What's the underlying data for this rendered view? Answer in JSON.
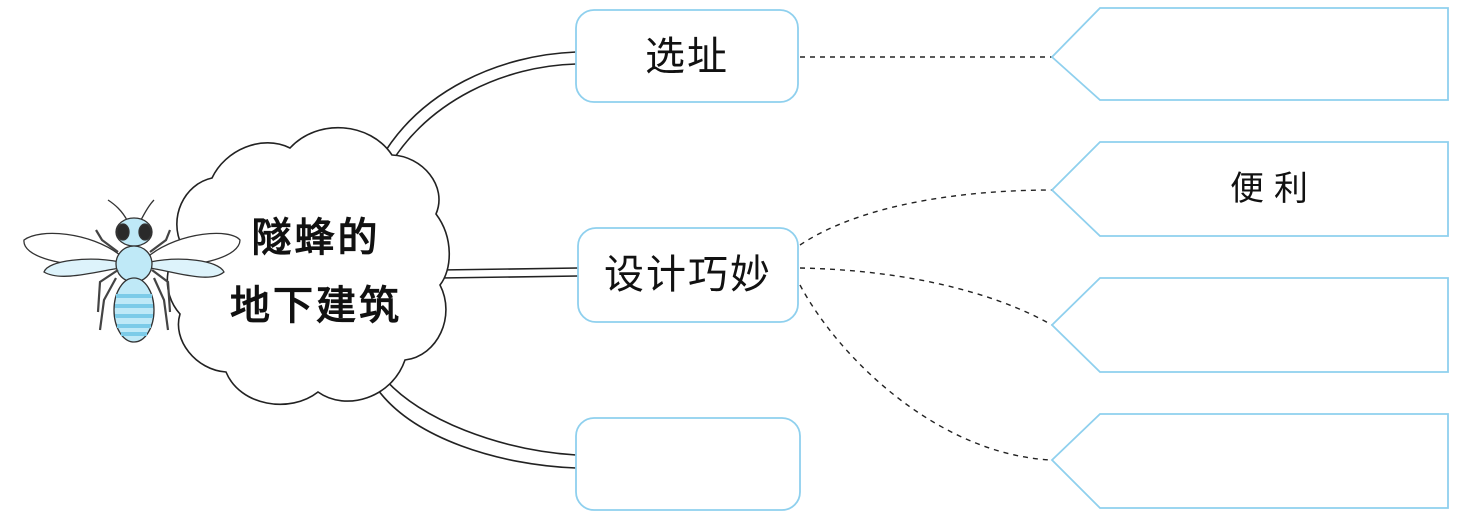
{
  "center": {
    "title_line1": "隧蜂的",
    "title_line2": "地下建筑"
  },
  "branches": [
    {
      "label": "选址"
    },
    {
      "label": "设计巧妙"
    },
    {
      "label": ""
    }
  ],
  "answers": [
    {
      "text": ""
    },
    {
      "text": "便利"
    },
    {
      "text": ""
    },
    {
      "text": ""
    }
  ],
  "colors": {
    "node_border": "#8fd0ee",
    "bee_body": "#bfe9f7",
    "bee_stripe": "#7ccbe8",
    "line": "#222222"
  }
}
